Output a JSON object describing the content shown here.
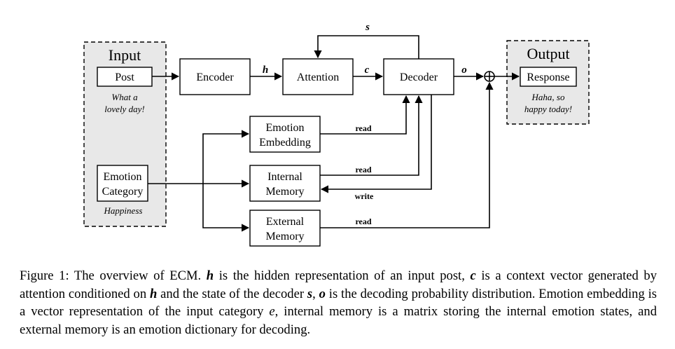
{
  "groups": {
    "input": {
      "title": "Input",
      "post_label": "Post",
      "post_example": [
        "What a",
        "lovely day!"
      ],
      "emotion_label": [
        "Emotion",
        "Category"
      ],
      "emotion_example": "Happiness"
    },
    "output": {
      "title": "Output",
      "response_label": "Response",
      "response_example": [
        "Haha, so",
        "happy today!"
      ]
    }
  },
  "modules": {
    "encoder": "Encoder",
    "attention": "Attention",
    "decoder": "Decoder",
    "emotion_embedding": [
      "Emotion",
      "Embedding"
    ],
    "internal_memory": [
      "Internal",
      "Memory"
    ],
    "external_memory": [
      "External",
      "Memory"
    ]
  },
  "edge_labels": {
    "h": "h",
    "c": "c",
    "s": "s",
    "o": "o",
    "read_embedding": "read",
    "read_internal": "read",
    "write_internal": "write",
    "read_external": "read"
  },
  "caption": {
    "fig": "Figure 1:",
    "p1": "The overview of ECM.",
    "h": "h",
    "p2": "is the hidden representation of an input post,",
    "c": "c",
    "p3": "is a context vector generated by attention conditioned on",
    "h2": "h",
    "p4": "and the state of the decoder",
    "s": "s",
    "p5": ",",
    "o": "o",
    "p6": "is the decoding probability distribution. Emotion embedding is a vector representation of the input category",
    "e": "e",
    "p7": ", internal memory is a matrix storing the internal emotion states, and external memory is an emotion dictionary for decoding."
  }
}
